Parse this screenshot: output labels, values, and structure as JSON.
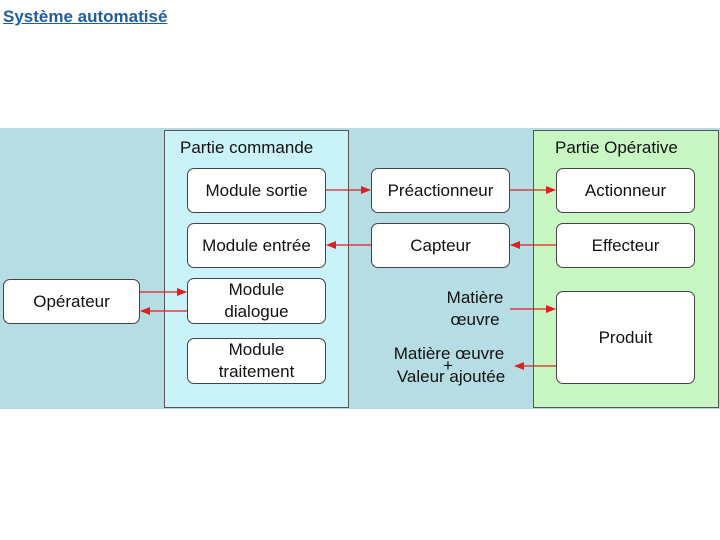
{
  "page_title": "Système automatisé",
  "partie_commande": {
    "title": "Partie commande",
    "modules": [
      "Module sortie",
      "Module entrée",
      "Module\ndialogue",
      "Module\ntraitement"
    ]
  },
  "operateur": "Opérateur",
  "middle": {
    "preactionneur": "Préactionneur",
    "capteur": "Capteur",
    "matiere_oeuvre": "Matière\nœuvre",
    "matiere_oeuvre_out_line1": "Matière œuvre",
    "plus": "+",
    "valeur_ajoutee": "Valeur ajoutée"
  },
  "partie_operative": {
    "title": "Partie Opérative",
    "items": [
      "Actionneur",
      "Effecteur",
      "Produit"
    ]
  },
  "colors": {
    "title": "#1f5fa0",
    "band": "#b6dde3",
    "commande_bg": "#c9f3f8",
    "operative_bg": "#c8f7c4",
    "arrow": "#e02020"
  }
}
